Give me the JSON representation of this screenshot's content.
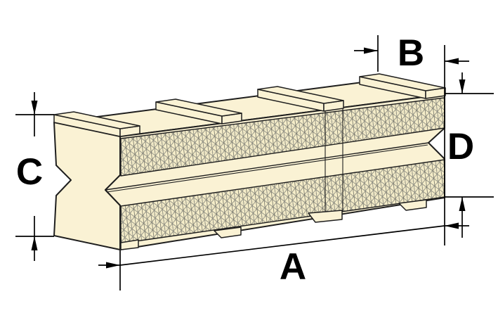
{
  "diagram": {
    "description": "Isometric dimension drawing of a serrated vise jaw pad with V-grooves, four top rails and bottom mounting tabs"
  },
  "labels": {
    "a": "A",
    "b": "B",
    "c": "C",
    "d": "D"
  },
  "colors": {
    "background": "#FFFFFF",
    "part_fill": "#FAF2D4",
    "knurl_fill": "#F5EDC9",
    "knurl_line": "#8B8B80",
    "knurl_bar": "#6E6E64",
    "knurl_h": "#C9C4AE",
    "outline": "#1E1E1E",
    "dimension": "#000000"
  }
}
